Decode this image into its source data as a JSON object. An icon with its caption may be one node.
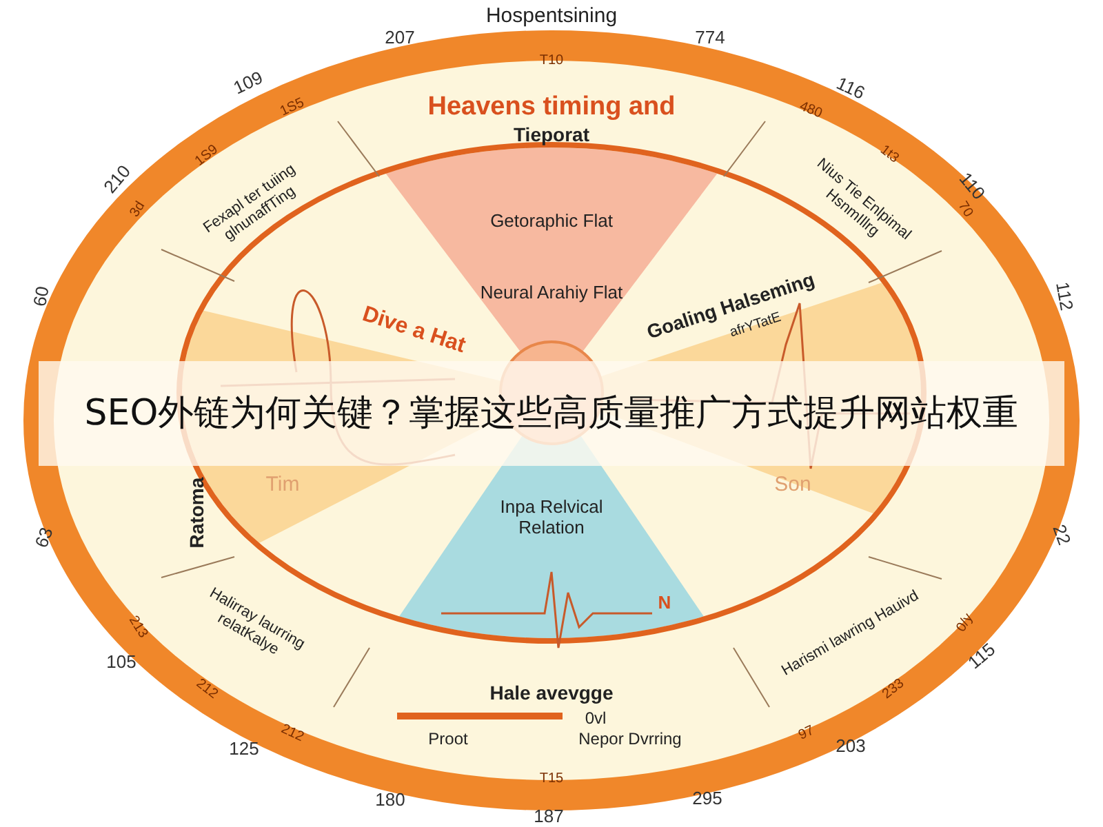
{
  "diagram": {
    "title": "SEO外链为何关键？掌握这些高质量推广方式提升网站权重",
    "nodes": [
      {
        "text": [
          "Getoraphic Flat",
          "Neural Arahiy Flat"
        ]
      },
      {
        "text": [
          "Dive a Hat",
          "Tim"
        ]
      },
      {
        "text": [
          "Goaling Halseming",
          "afrYTatE",
          "Son"
        ]
      },
      {
        "text": [
          "Inpa Relvical Relation",
          "N"
        ]
      },
      {
        "text": [],
        "shape": "circle"
      }
    ],
    "labels": [
      "Hospentsining",
      "207",
      "774",
      "109",
      "116",
      "210",
      "110",
      "60",
      "112",
      "63",
      "22",
      "105",
      "115",
      "125",
      "203",
      "180",
      "295",
      "187",
      "T10",
      "1S5",
      "480",
      "1S9",
      "1t3",
      "3d",
      "70",
      "213",
      "0/y",
      "212",
      "233",
      "212",
      "97",
      "T15",
      "Heavens timing and",
      "Tieporat",
      "Fexapl ter tuiing glnunaffTing",
      "Nius Tie Enlpimal HsnmIllrg",
      "Halirray laurring relatKalye",
      "Harismi lawring Hauivd",
      "Ratoma",
      "Hale avevgge",
      "0vl",
      "Proot",
      "Nepor Dvrring"
    ]
  }
}
